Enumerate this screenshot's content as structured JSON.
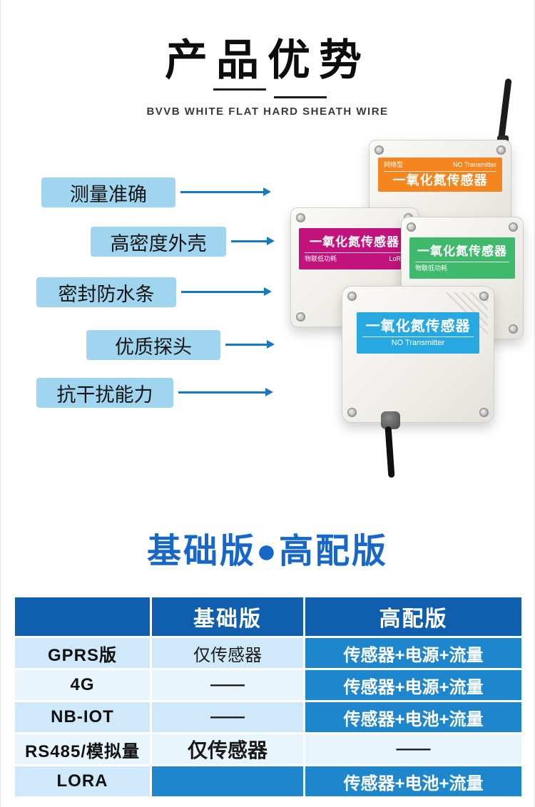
{
  "header": {
    "title": "产品优势",
    "subtitle": "BVVB WHITE FLAT HARD SHEATH WIRE"
  },
  "features": [
    {
      "label": "测量准确"
    },
    {
      "label": "高密度外壳"
    },
    {
      "label": "密封防水条"
    },
    {
      "label": "优质探头"
    },
    {
      "label": "抗干扰能力"
    }
  ],
  "devices": {
    "network": {
      "type": "网络型",
      "type_right": "NO Transmitter",
      "title": "一氧化氮传感器",
      "color": "#f5851e"
    },
    "lora": {
      "title": "一氧化氮传感器",
      "sub_left": "物联低功耗",
      "sub_right": "LoRa",
      "color": "#c2127b"
    },
    "green": {
      "title": "一氧化氮传感器",
      "sub_left": "物联低功耗",
      "color": "#3fba6c"
    },
    "wired": {
      "title": "一氧化氮传感器",
      "sub": "NO Transmitter",
      "color": "#28a8e0"
    }
  },
  "section2": {
    "title": "基础版●高配版"
  },
  "comparison": {
    "columns": {
      "basic": "基础版",
      "premium": "高配版"
    },
    "rows": [
      {
        "name": "GPRS版",
        "basic": "仅传感器",
        "premium": "传感器+电源+流量"
      },
      {
        "name": "4G",
        "basic": "——",
        "premium": "传感器+电源+流量"
      },
      {
        "name": "NB-IOT",
        "basic": "——",
        "premium": "传感器+电池+流量"
      },
      {
        "name": "RS485/模拟量",
        "basic": "仅传感器",
        "premium": "——"
      },
      {
        "name": "LORA",
        "basic": "",
        "premium": "传感器+电池+流量"
      }
    ]
  },
  "colors": {
    "accent_blue": "#1667c9",
    "table_header": "#0f5fae",
    "table_cell_blue": "#1e86cd",
    "table_cell_light": "#cfe8fa",
    "pill_bg": "#9fd5ef",
    "arrow": "#1779be"
  }
}
